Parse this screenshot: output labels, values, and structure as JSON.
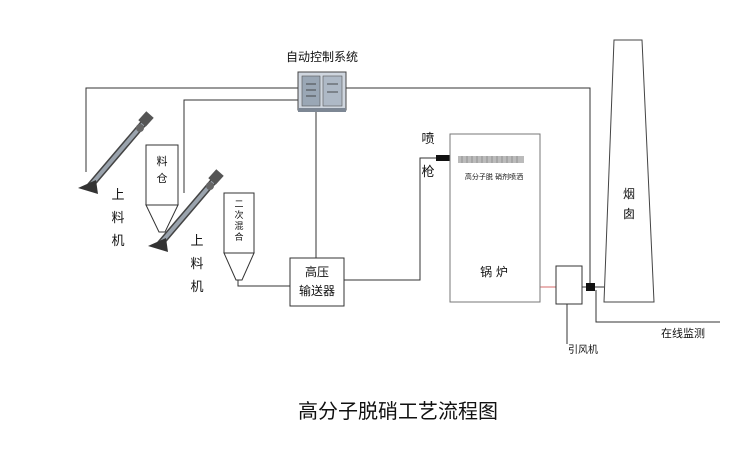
{
  "control_system": {
    "label": "自动控制系统"
  },
  "loader_left": {
    "label": [
      "上",
      "料",
      "机"
    ]
  },
  "loader_right": {
    "label": [
      "上",
      "料",
      "机"
    ]
  },
  "material_bin": {
    "label": [
      "料",
      "仓"
    ]
  },
  "secondary_mixer": {
    "label": [
      "二",
      "次",
      "混",
      "合"
    ]
  },
  "hp_conveyor": {
    "label_line1": "高压",
    "label_line2": "输送器"
  },
  "spray_gun": {
    "label": [
      "喷",
      "枪"
    ]
  },
  "boiler": {
    "label": "锅 炉",
    "inner_label": "高分子脱 硝剂喷洒"
  },
  "chimney": {
    "label": [
      "烟",
      "囱"
    ]
  },
  "fan": {
    "label": "引风机"
  },
  "monitor": {
    "label": "在线监测"
  },
  "title": "高分子脱硝工艺流程图"
}
